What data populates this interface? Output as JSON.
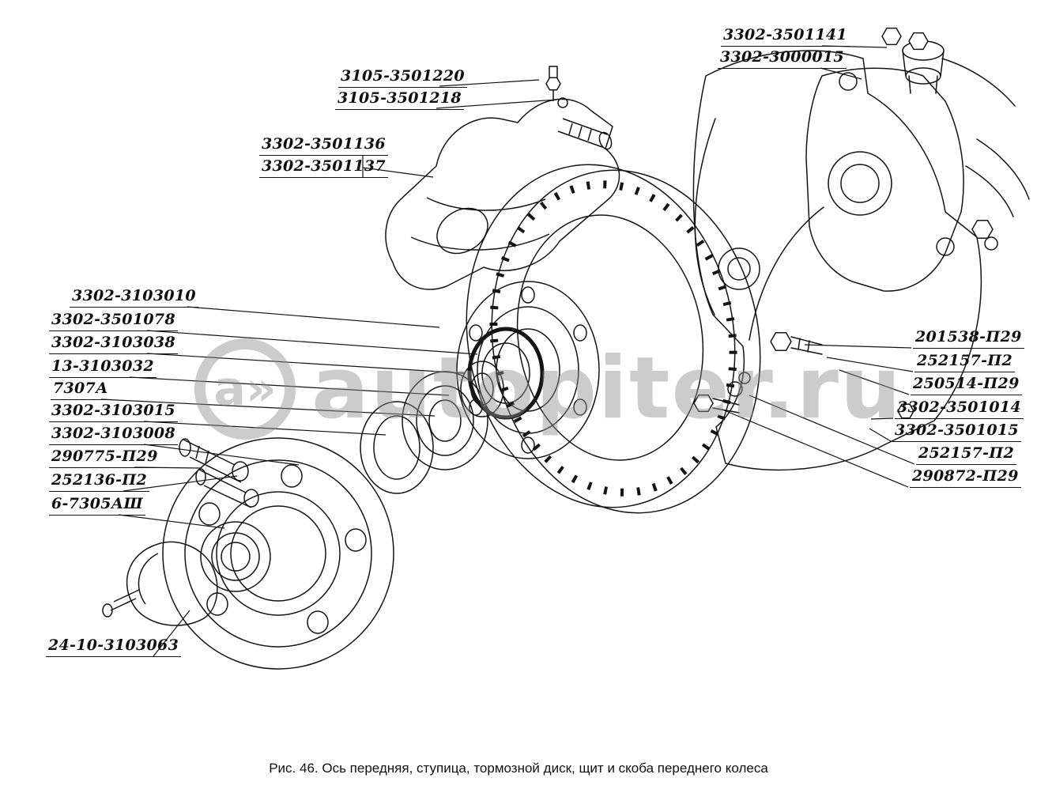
{
  "figure": {
    "caption": "Рис. 46. Ось передняя, ступица, тормозной диск, щит и скоба переднего колеса",
    "watermark": {
      "logo": "а»",
      "site": "autopiter.ru"
    }
  },
  "labels": [
    {
      "text": "3105-3501220"
    },
    {
      "text": "3105-3501218"
    },
    {
      "text": "3302-3501136"
    },
    {
      "text": "3302-3501137"
    },
    {
      "text": "3302-3501141"
    },
    {
      "text": "3302-3000015"
    },
    {
      "text": "3302-3103010"
    },
    {
      "text": "3302-3501078"
    },
    {
      "text": "3302-3103038"
    },
    {
      "text": "13-3103032"
    },
    {
      "text": "7307А"
    },
    {
      "text": "3302-3103015"
    },
    {
      "text": "3302-3103008"
    },
    {
      "text": "290775-П29"
    },
    {
      "text": "252136-П2"
    },
    {
      "text": "6-7305АШ"
    },
    {
      "text": "24-10-3103063"
    },
    {
      "text": "201538-П29"
    },
    {
      "text": "252157-П2"
    },
    {
      "text": "250514-П29"
    },
    {
      "text": "3302-3501014"
    },
    {
      "text": "3302-3501015"
    },
    {
      "text": "252157-П2"
    },
    {
      "text": "290872-П29"
    }
  ]
}
